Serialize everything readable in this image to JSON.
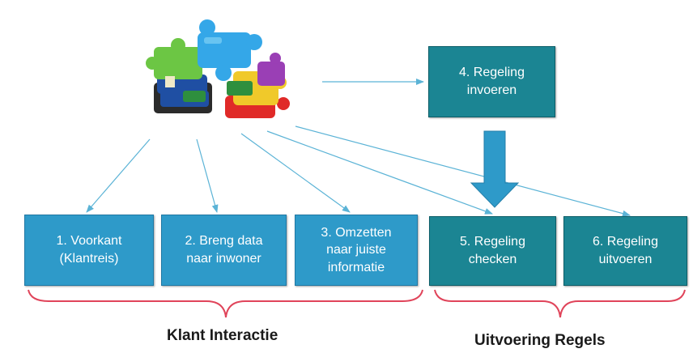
{
  "nodes": {
    "step1": "1.   Voorkant\n(Klantreis)",
    "step2": "2. Breng data\nnaar inwoner",
    "step3": "3. Omzetten\nnaar juiste\ninformatie",
    "step4": "4. Regeling\ninvoeren",
    "step5": "5. Regeling\nchecken",
    "step6": "6. Regeling\nuitvoeren"
  },
  "groups": {
    "klant": "Klant Interactie",
    "uitvoering": "Uitvoering Regels"
  },
  "colors": {
    "blue_box": "#2e9ac9",
    "teal_box": "#1b8593",
    "connector": "#5bb3d6",
    "big_arrow": "#2e9ac9",
    "bracket": "#e0445a"
  },
  "image": {
    "icon": "puzzle-pieces-icon"
  }
}
